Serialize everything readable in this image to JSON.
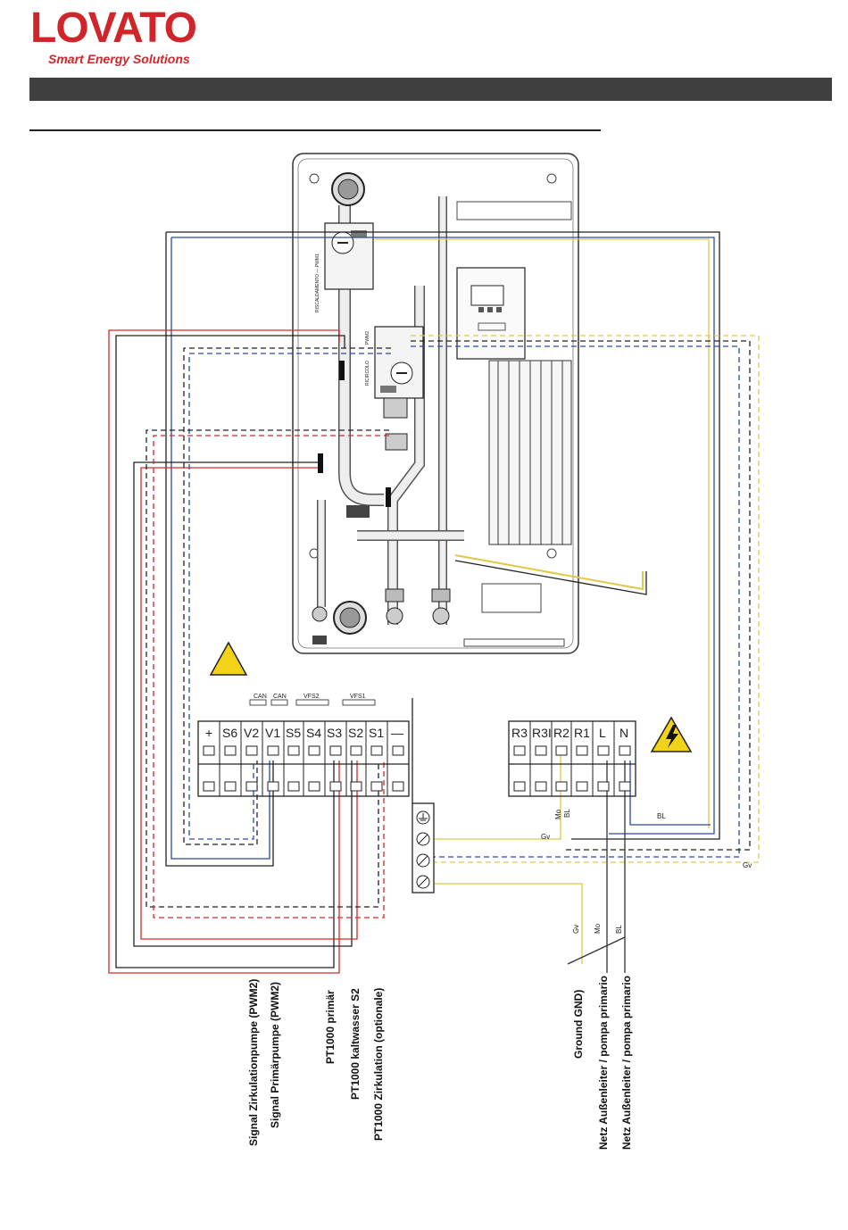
{
  "brand": {
    "name": "LOVATO",
    "tagline": "Smart Energy Solutions"
  },
  "colors": {
    "brand_red": "#d0262a",
    "header_bar": "#404040",
    "wire_red": "#d42a2a",
    "wire_blue": "#2a4ca8",
    "wire_yellow": "#e0c84a",
    "wire_black": "#222222",
    "warning_yellow": "#f3d21a"
  },
  "unit_labels": {
    "pump1": "RISCALDAMENTO — PWM1",
    "pump2": "RICIRCOLO",
    "pump2_pwm": "PWM2"
  },
  "header_labels": [
    "CAN",
    "CAN",
    "VFS2",
    "VFS1"
  ],
  "left_terminals": [
    "+",
    "S6",
    "V2",
    "V1",
    "S5",
    "S4",
    "S3",
    "S2",
    "S1",
    "—"
  ],
  "right_terminals": [
    "R3",
    "R3I",
    "R2",
    "R1",
    "L",
    "N"
  ],
  "wire_labels": {
    "bl_right": "BL",
    "gv_left": "Gv",
    "gv_right": "Gv",
    "mo_short": "Mo",
    "bl_short": "BL",
    "gv_down": "Gv",
    "mo_down": "Mo",
    "bl_down": "BL"
  },
  "captions": [
    "Signal Zirkulationpumpe (PWM2)",
    "Signal Primärpumpe (PWM2)",
    "PT1000 primär",
    "PT1000 kaltwasser S2",
    "PT1000 Zirkulation (optionale)",
    "Ground  GND)",
    "Netz Außenleiter / pompa primario",
    "Netz Außenleiter / pompa primario"
  ],
  "icons": {
    "warning": "warning-triangle-icon",
    "electric": "high-voltage-icon",
    "ground": "ground-symbol-icon"
  }
}
